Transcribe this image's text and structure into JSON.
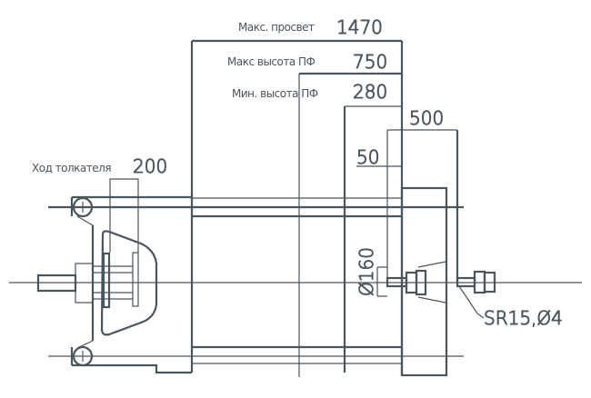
{
  "dimensions": {
    "max_clearance": {
      "label": "Макс. просвет",
      "value": "1470"
    },
    "max_height": {
      "label": "Макс высота ПФ",
      "value": "750"
    },
    "min_height": {
      "label": "Мин. высота ПФ",
      "value": "280"
    },
    "width_500": {
      "value": "500"
    },
    "offset_50": {
      "value": "50"
    },
    "ejector_stroke": {
      "label": "Ход толкателя",
      "value": "200"
    },
    "diameter": {
      "value": "Ø160"
    },
    "tip": {
      "value": "SR15,Ø4"
    }
  },
  "colors": {
    "line": "#4a555c",
    "background": "#ffffff"
  }
}
